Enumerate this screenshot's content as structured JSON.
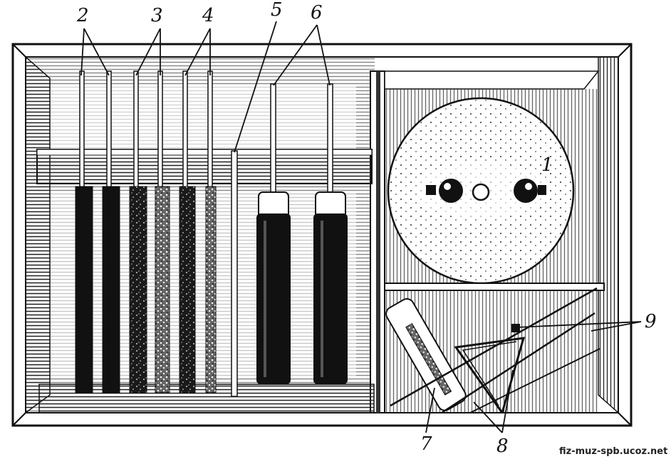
{
  "labels": {
    "l1": "1",
    "l2": "2",
    "l3": "3",
    "l4": "4",
    "l5": "5",
    "l6": "6",
    "l7": "7",
    "l8": "8",
    "l9": "9"
  },
  "watermark": "fiz-muz-spb.ucoz.net",
  "colors": {
    "ink": "#111111",
    "paper": "#ffffff"
  }
}
